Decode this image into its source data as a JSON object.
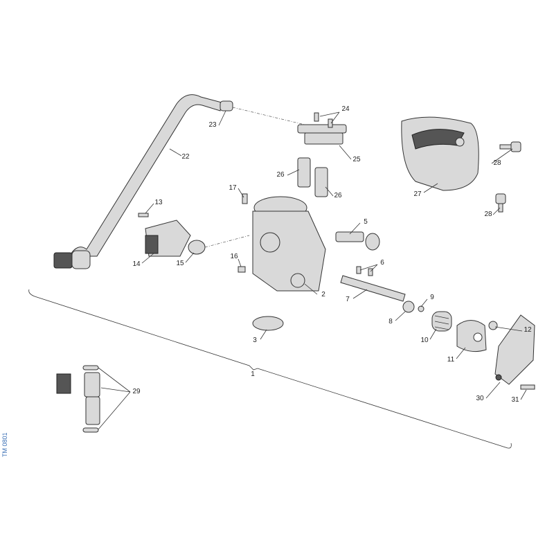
{
  "diagram": {
    "code": "TM 0801",
    "labels": {
      "l1": "1",
      "l2": "2",
      "l3": "3",
      "l5": "5",
      "l6": "6",
      "l7": "7",
      "l8": "8",
      "l9": "9",
      "l10": "10",
      "l11": "11",
      "l12": "12",
      "l13": "13",
      "l14": "14",
      "l15": "15",
      "l16": "16",
      "l17": "17",
      "l22": "22",
      "l23": "23",
      "l24": "24",
      "l25": "25",
      "l26a": "26",
      "l26b": "26",
      "l27": "27",
      "l28a": "28",
      "l28b": "28",
      "l29": "29",
      "l30": "30",
      "l31": "31"
    }
  }
}
